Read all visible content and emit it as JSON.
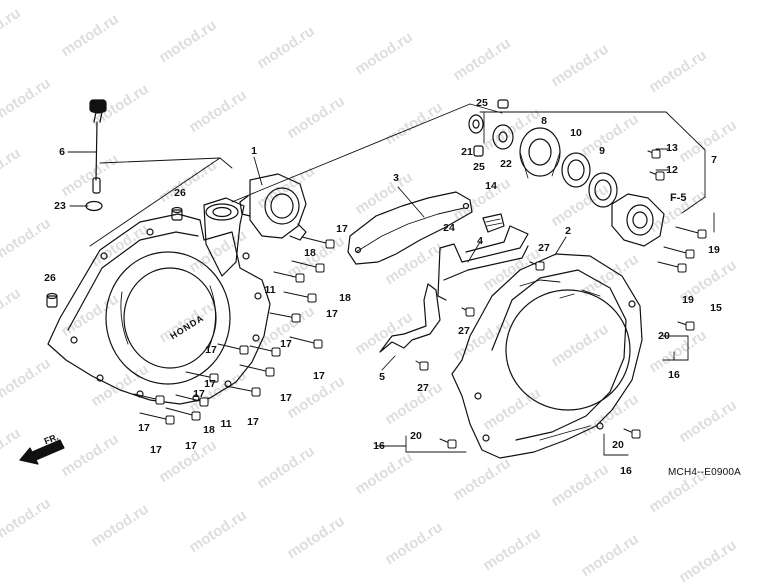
{
  "watermark": "motod.ru",
  "diagram_code": "MCH4--E0900A",
  "direction_label": "FR.",
  "reference_label": "F-5",
  "brand_mark": "HONDA",
  "part_labels": {
    "p1": "1",
    "p2": "2",
    "p3": "3",
    "p4": "4",
    "p5": "5",
    "p6": "6",
    "p7": "7",
    "p8": "8",
    "p9": "9",
    "p10": "10",
    "p11a": "11",
    "p11b": "11",
    "p12": "12",
    "p13": "13",
    "p14": "14",
    "p15": "15",
    "p16a": "16",
    "p16b": "16",
    "p16c": "16",
    "p17a": "17",
    "p17b": "17",
    "p17c": "17",
    "p17d": "17",
    "p17e": "17",
    "p17f": "17",
    "p17g": "17",
    "p17h": "17",
    "p17i": "17",
    "p17j": "17",
    "p17k": "17",
    "p17l": "17",
    "p18a": "18",
    "p18b": "18",
    "p18c": "18",
    "p19a": "19",
    "p19b": "19",
    "p20a": "20",
    "p20b": "20",
    "p20c": "20",
    "p21": "21",
    "p22": "22",
    "p23": "23",
    "p24": "24",
    "p25a": "25",
    "p25b": "25",
    "p26a": "26",
    "p26b": "26",
    "p27a": "27",
    "p27b": "27",
    "p27c": "27"
  }
}
